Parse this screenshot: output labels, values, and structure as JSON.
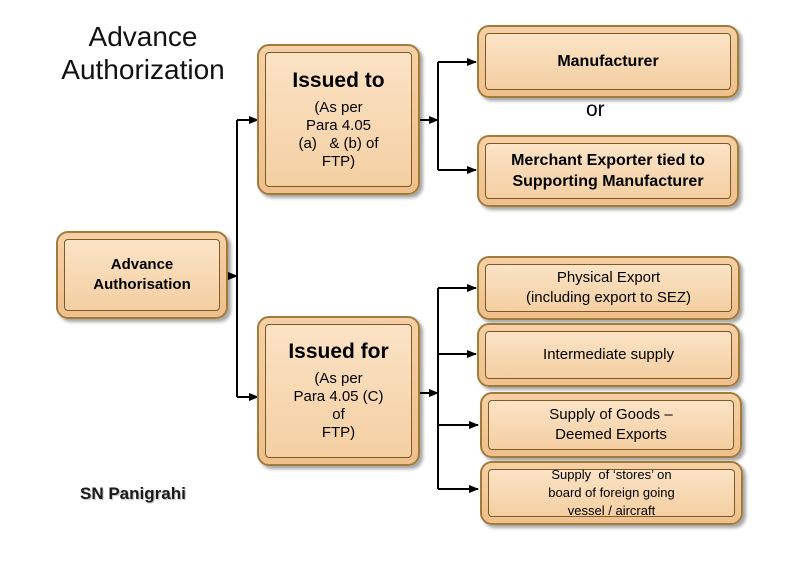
{
  "title": {
    "line1": "Advance",
    "line2": "Authorization"
  },
  "author": "SN Panigrahi",
  "connector_word": "or",
  "root": {
    "line1": "Advance",
    "line2": "Authorisation"
  },
  "issued_to": {
    "heading": "Issued to",
    "detail": [
      "(As per",
      "Para 4.05",
      "(a)   & (b) of",
      "FTP)"
    ]
  },
  "issued_for": {
    "heading": "Issued for",
    "detail": [
      "(As per",
      "Para 4.05 (C)",
      "of",
      "FTP)"
    ]
  },
  "issued_to_targets": {
    "manufacturer": "Manufacturer",
    "merchant": [
      "Merchant Exporter tied to",
      "Supporting Manufacturer"
    ]
  },
  "issued_for_targets": {
    "physical_export": [
      "Physical Export",
      "(including export to SEZ)"
    ],
    "intermediate_supply": "Intermediate supply",
    "deemed_exports": [
      "Supply of Goods –",
      "Deemed Exports"
    ],
    "stores": [
      "Supply  of ‘stores’ on",
      "board of foreign going",
      "vessel / aircraft"
    ]
  }
}
